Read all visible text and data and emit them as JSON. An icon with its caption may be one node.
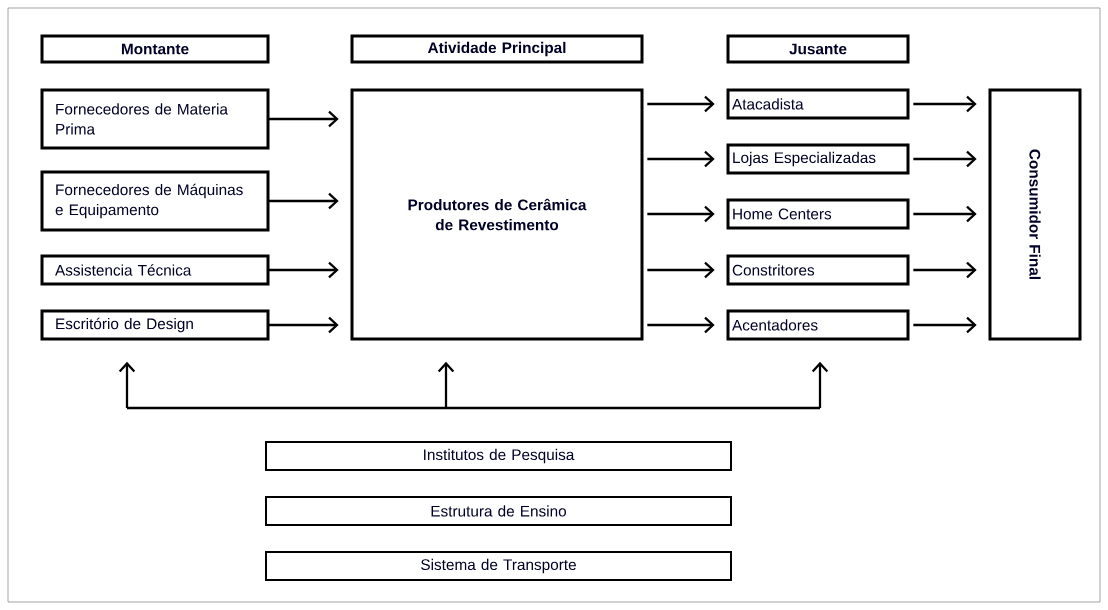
{
  "diagram": {
    "nodes": [
      {
        "text": [
          "Montante"
        ]
      },
      {
        "text": [
          "Atividade Principal"
        ]
      },
      {
        "text": [
          "Jusante"
        ]
      },
      {
        "text": [
          "Fornecedores de Materia Prima"
        ]
      },
      {
        "text": [
          "Fornecedores de Máquinas e Equipamento"
        ]
      },
      {
        "text": [
          "Assistencia Técnica"
        ]
      },
      {
        "text": [
          "Escritório de Design"
        ]
      },
      {
        "text": [
          "Produtores de Cerâmica de Revestimento"
        ]
      },
      {
        "text": [
          "Atacadista"
        ]
      },
      {
        "text": [
          "Lojas Especializadas"
        ]
      },
      {
        "text": [
          "Home Centers"
        ]
      },
      {
        "text": [
          "Constritores"
        ]
      },
      {
        "text": [
          "Acentadores"
        ]
      },
      {
        "text": [
          "Consumidor Final"
        ]
      },
      {
        "text": [
          "Institutos de Pesquisa"
        ]
      },
      {
        "text": [
          "Estrutura de Ensino"
        ]
      },
      {
        "text": [
          "Sistema de Transporte"
        ]
      }
    ],
    "edges": [
      {
        "from": 3,
        "to": 7,
        "arrow": "to"
      },
      {
        "from": 4,
        "to": 7,
        "arrow": "to"
      },
      {
        "from": 5,
        "to": 7,
        "arrow": "to"
      },
      {
        "from": 6,
        "to": 7,
        "arrow": "to"
      },
      {
        "from": 7,
        "to": 8,
        "arrow": "to"
      },
      {
        "from": 7,
        "to": 9,
        "arrow": "to"
      },
      {
        "from": 7,
        "to": 10,
        "arrow": "to"
      },
      {
        "from": 7,
        "to": 11,
        "arrow": "to"
      },
      {
        "from": 7,
        "to": 12,
        "arrow": "to"
      },
      {
        "from": 8,
        "to": 13,
        "arrow": "to"
      },
      {
        "from": 9,
        "to": 13,
        "arrow": "to"
      },
      {
        "from": 10,
        "to": 13,
        "arrow": "to"
      },
      {
        "from": 11,
        "to": 13,
        "arrow": "to"
      },
      {
        "from": 12,
        "to": 13,
        "arrow": "to"
      },
      {
        "from": null,
        "to": 6,
        "arrow": "to"
      },
      {
        "from": null,
        "to": 7,
        "arrow": "to"
      },
      {
        "from": null,
        "to": 12,
        "arrow": "to"
      }
    ]
  }
}
